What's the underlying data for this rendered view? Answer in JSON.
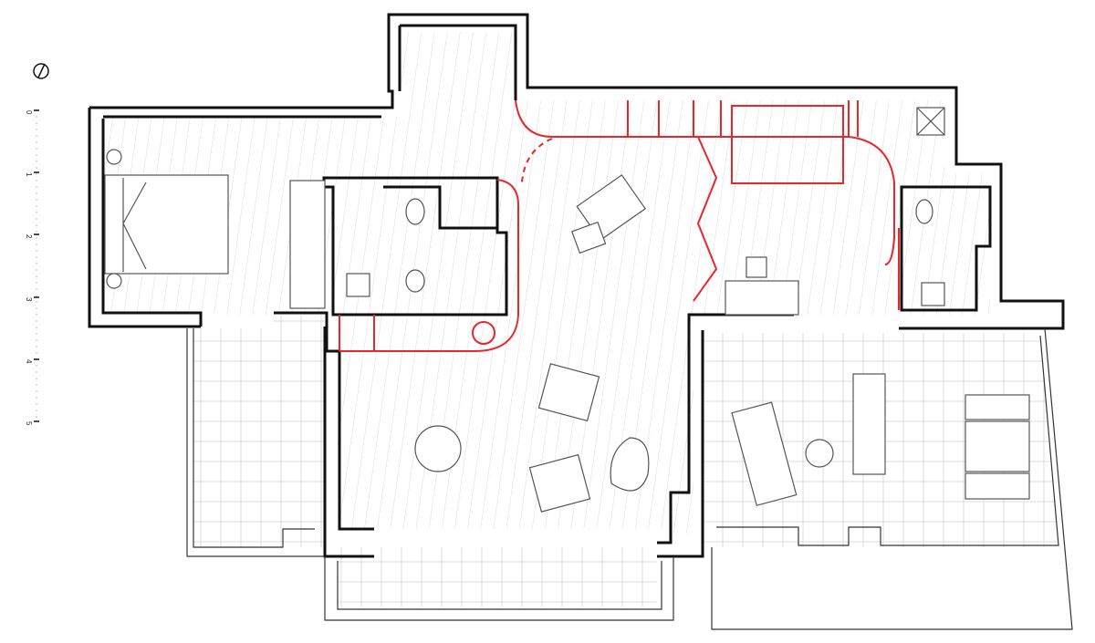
{
  "drawing": {
    "type": "floor plan",
    "colors": {
      "walls": "#111111",
      "new_work": "#e8262b",
      "floor_lines": "#d9d9d9",
      "furniture": "#555555",
      "background": "#ffffff"
    },
    "north_arrow": {
      "symbol": "north-arrow"
    },
    "scale_bar": {
      "unit": "m",
      "labels": [
        "0",
        "1",
        "2",
        "3",
        "4",
        "5"
      ]
    }
  }
}
